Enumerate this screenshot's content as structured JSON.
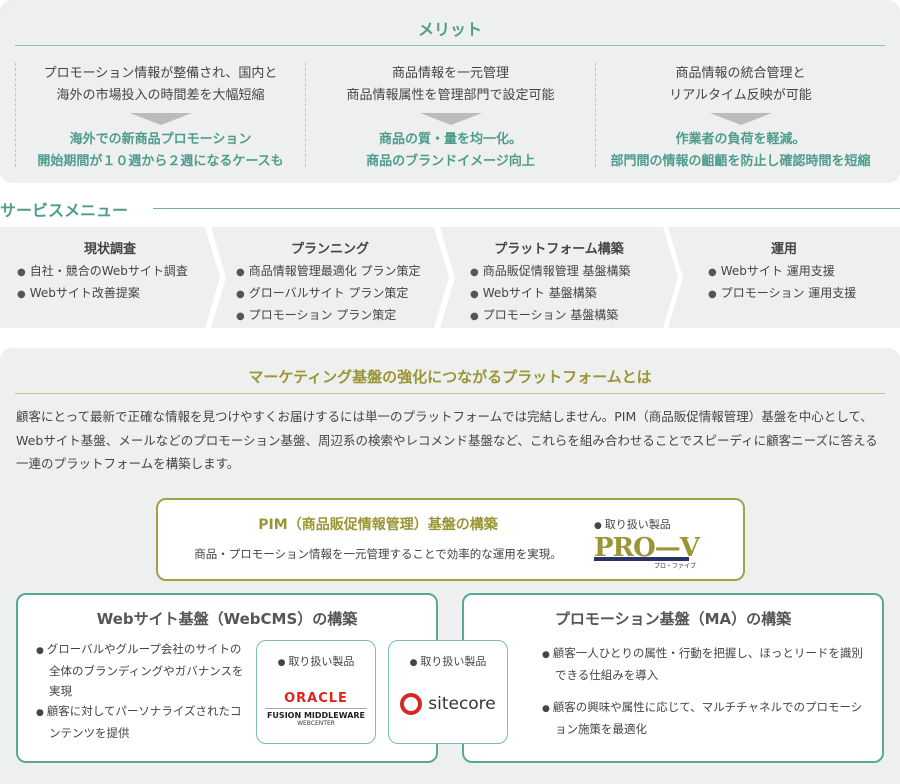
{
  "merit": {
    "title": "メリット",
    "columns": [
      {
        "text": "プロモーション情報が整備され、国内と\n海外の市場投入の時間差を大幅短縮",
        "result": "海外での新商品プロモーション\n開始期間が１０週から２週になるケースも"
      },
      {
        "text": "商品情報を一元管理\n商品情報属性を管理部門で設定可能",
        "result": "商品の質・量を均一化。\n商品のブランドイメージ向上"
      },
      {
        "text": "商品情報の統合管理と\nリアルタイム反映が可能",
        "result": "作業者の負荷を軽減。\n部門間の情報の齟齬を防止し確認時間を短縮"
      }
    ]
  },
  "service_menu": {
    "title": "サービスメニュー",
    "steps": [
      {
        "title": "現状調査",
        "items": [
          "自社・競合のWebサイト調査",
          "Webサイト改善提案"
        ]
      },
      {
        "title": "プランニング",
        "items": [
          "商品情報管理最適化 プラン策定",
          "グローバルサイト プラン策定",
          "プロモーション プラン策定"
        ]
      },
      {
        "title": "プラットフォーム構築",
        "items": [
          "商品販促情報管理 基盤構築",
          "Webサイト 基盤構築",
          "プロモーション 基盤構築"
        ]
      },
      {
        "title": "運用",
        "items": [
          "Webサイト 運用支援",
          "プロモーション 運用支援"
        ]
      }
    ]
  },
  "platform": {
    "title": "マーケティング基盤の強化につながるプラットフォームとは",
    "description": "顧客にとって最新で正確な情報を見つけやすくお届けするには単一のプラットフォームでは完結しません。PIM（商品販促情報管理）基盤を中心として、Webサイト基盤、メールなどのプロモーション基盤、周辺系の検索やレコメンド基盤など、これらを組み合わせることでスピーディに顧客ニーズに答える一連のプラットフォームを構築します。",
    "products_label": "取り扱い製品",
    "pim": {
      "title": "PIM（商品販促情報管理）基盤の構築",
      "description": "商品・プロモーション情報を一元管理することで効率的な運用を実現。",
      "logo": "PRO—V",
      "logo_sub": "プロ・ファイブ"
    },
    "web": {
      "title": "Webサイト基盤（WebCMS）の構築",
      "items": [
        "グローバルやグループ会社のサイトの全体のブランディングやガバナンスを実現",
        "顧客に対してパーソナライズされたコンテンツを提供"
      ],
      "products": [
        {
          "logo": "ORACLE",
          "line1": "FUSION MIDDLEWARE",
          "line2": "WEBCENTER"
        },
        {
          "logo": "sitecore"
        }
      ]
    },
    "promo": {
      "title": "プロモーション基盤（MA）の構築",
      "items": [
        "顧客一人ひとりの属性・行動を把握し、ほっとリードを識別できる仕組みを導入",
        "顧客の興味や属性に応じて、マルチチャネルでのプロモーション施策を最適化"
      ]
    }
  },
  "colors": {
    "teal": "#4f9c8f",
    "olive": "#9a9535",
    "panel": "#eeefef",
    "oracle": "#e2231a",
    "sitecore": "#d3291f",
    "prov": "#9a9535"
  }
}
